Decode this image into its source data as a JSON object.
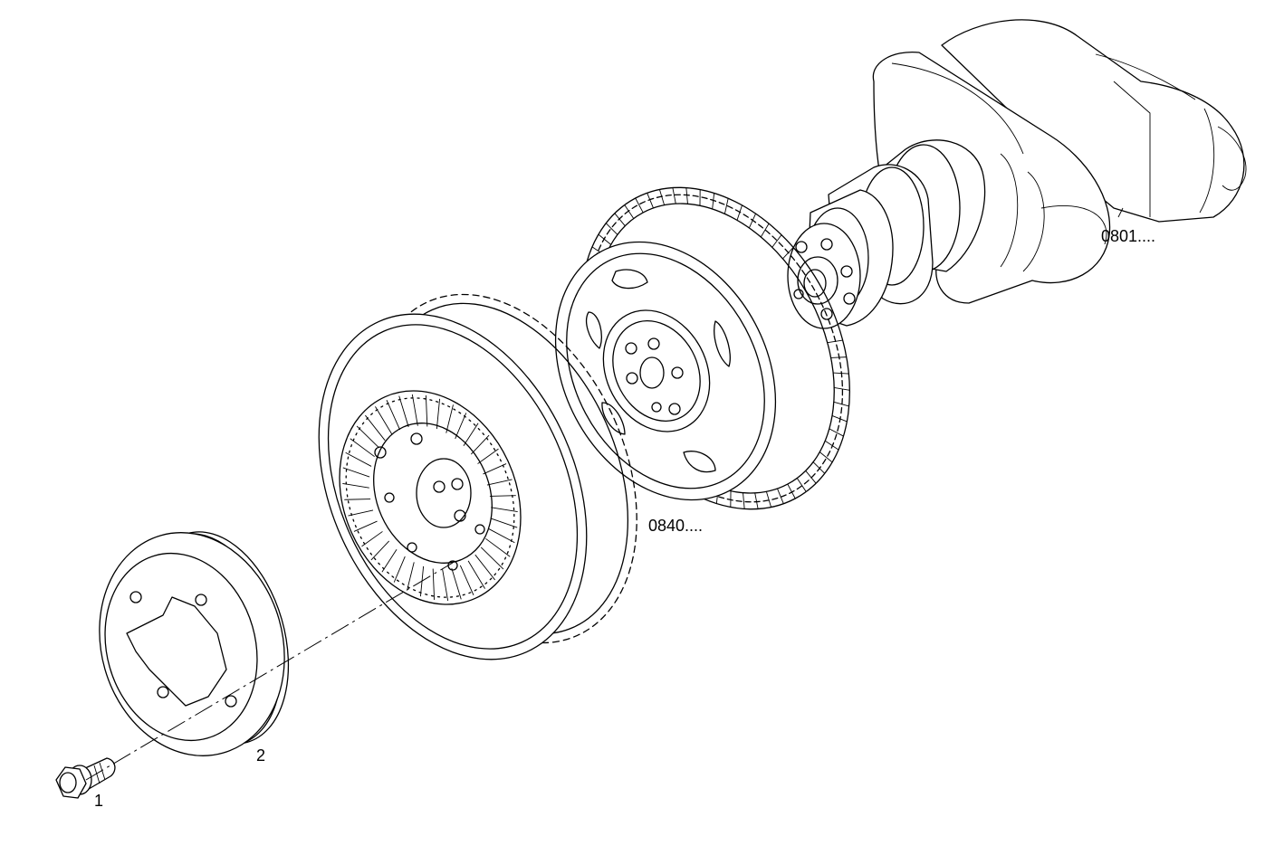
{
  "callouts": {
    "bolt": "1",
    "pulley": "2",
    "damper_group": "0840....",
    "crankshaft_group": "0801...."
  }
}
